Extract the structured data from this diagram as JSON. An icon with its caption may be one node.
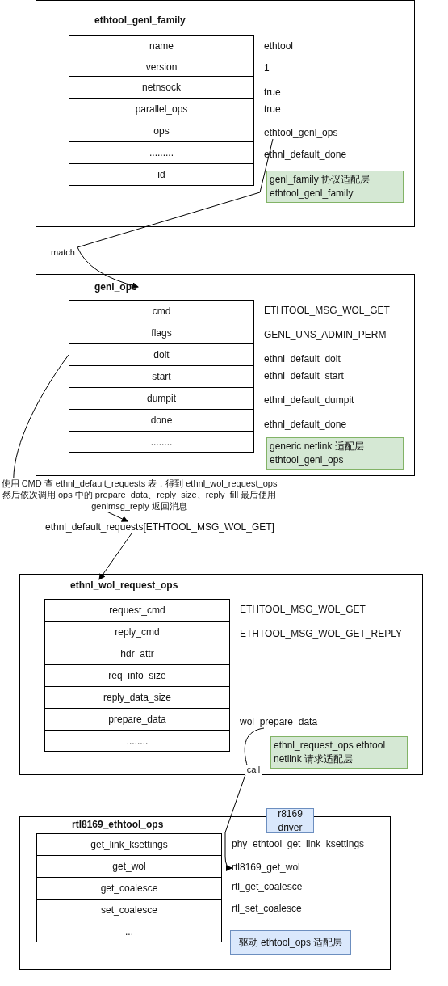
{
  "diagram": {
    "nodes": [
      {
        "text": [
          "ethtool_genl_family"
        ]
      },
      {
        "text": [
          "name"
        ],
        "in": 0,
        "beside": [
          "ethtool"
        ]
      },
      {
        "text": [
          "version"
        ],
        "in": 0,
        "beside": [
          "1"
        ]
      },
      {
        "text": [
          "netnsock"
        ],
        "in": 0,
        "beside": [
          "true"
        ]
      },
      {
        "text": [
          "parallel_ops"
        ],
        "in": 0,
        "beside": [
          "true"
        ]
      },
      {
        "text": [
          "ops"
        ],
        "in": 0
      },
      {
        "text": [
          "........."
        ],
        "in": 0,
        "beside": [
          "ethnl_default_done"
        ]
      },
      {
        "text": [
          "id"
        ],
        "in": 0
      },
      {
        "text": [
          "ethtool_genl_ops"
        ],
        "in": 0
      },
      {
        "text": [
          "genl_family 协议适配层 ethtool_genl_family"
        ],
        "in": 0
      },
      {
        "text": [
          "genl_ops"
        ]
      },
      {
        "text": [
          "cmd"
        ],
        "in": 10,
        "beside": [
          "ETHTOOL_MSG_WOL_GET"
        ]
      },
      {
        "text": [
          "flags"
        ],
        "in": 10,
        "beside": [
          "GENL_UNS_ADMIN_PERM"
        ]
      },
      {
        "text": [
          "doit"
        ],
        "in": 10,
        "beside": [
          "ethnl_default_doit"
        ]
      },
      {
        "text": [
          "start"
        ],
        "in": 10,
        "beside": [
          "ethnl_default_start"
        ]
      },
      {
        "text": [
          "dumpit"
        ],
        "in": 10,
        "beside": [
          "ethnl_default_dumpit"
        ]
      },
      {
        "text": [
          "done"
        ],
        "in": 10,
        "beside": [
          "ethnl_default_done"
        ]
      },
      {
        "text": [
          "........"
        ],
        "in": 10
      },
      {
        "text": [
          "generic netlink 适配层 ethtool_genl_ops"
        ],
        "in": 10
      },
      {
        "text": [
          "ethnl_default_requests[ETHTOOL_MSG_WOL_GET]"
        ]
      },
      {
        "text": [
          "ethnl_wol_request_ops"
        ]
      },
      {
        "text": [
          "request_cmd"
        ],
        "in": 20,
        "beside": [
          "ETHTOOL_MSG_WOL_GET"
        ]
      },
      {
        "text": [
          "reply_cmd"
        ],
        "in": 20,
        "beside": [
          "ETHTOOL_MSG_WOL_GET_REPLY"
        ]
      },
      {
        "text": [
          "hdr_attr"
        ],
        "in": 20
      },
      {
        "text": [
          "req_info_size"
        ],
        "in": 20
      },
      {
        "text": [
          "reply_data_size"
        ],
        "in": 20
      },
      {
        "text": [
          "prepare_data"
        ],
        "in": 20
      },
      {
        "text": [
          "........"
        ],
        "in": 20
      },
      {
        "text": [
          "wol_prepare_data"
        ],
        "in": 20
      },
      {
        "text": [
          "ethnl_request_ops ethtool netlink 请求适配层"
        ],
        "in": 20
      },
      {
        "text": [
          "r8169 driver"
        ]
      },
      {
        "text": [
          "rtl8169_ethtool_ops"
        ]
      },
      {
        "text": [
          "get_link_ksettings"
        ],
        "in": 31,
        "beside": [
          "phy_ethtool_get_link_ksettings"
        ]
      },
      {
        "text": [
          "get_wol"
        ],
        "in": 31
      },
      {
        "text": [
          "get_coalesce"
        ],
        "in": 31,
        "beside": [
          "rtl_get_coalesce"
        ]
      },
      {
        "text": [
          "set_coalesce"
        ],
        "in": 31,
        "beside": [
          "rtl_set_coalesce"
        ]
      },
      {
        "text": [
          "..."
        ],
        "in": 31
      },
      {
        "text": [
          "rtl8169_get_wol"
        ],
        "in": 31
      },
      {
        "text": [
          "驱动 ethtool_ops 适配层"
        ],
        "in": 31
      }
    ],
    "edges": [
      {
        "from": 8,
        "to": 10,
        "arrow": "to",
        "label": "match"
      },
      {
        "from": 13,
        "to": 19,
        "arrow": "to",
        "label": "使用 CMD 查 ethnl_default_requests 表，得到 ethnl_wol_request_ops 然后依次调用 ops 中的 prepare_data、reply_size、reply_fill 最后使用 genlmsg_reply 返回消息"
      },
      {
        "from": 19,
        "to": 20,
        "arrow": "to"
      },
      {
        "from": 28,
        "to": 37,
        "arrow": "to",
        "label": "call"
      }
    ]
  }
}
